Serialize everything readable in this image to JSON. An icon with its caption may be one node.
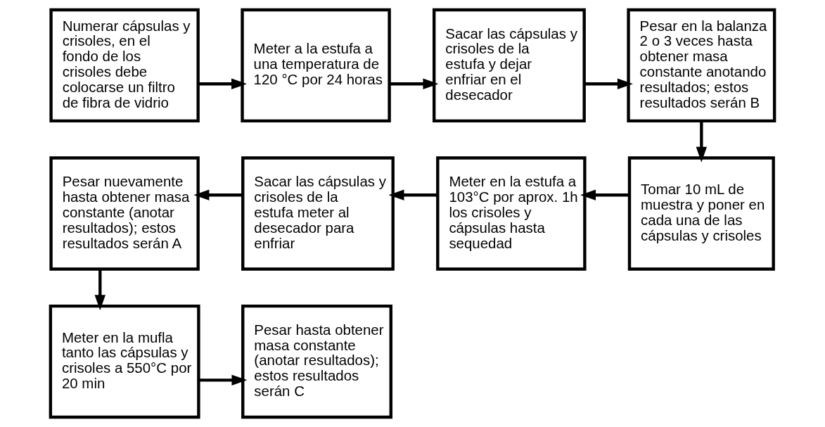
{
  "diagram": {
    "nodes": [
      {
        "text": [
          "Numerar cápsulas y crisoles, en el fondo de los crisoles debe colocarse un filtro de fibra de vidrio"
        ]
      },
      {
        "text": [
          "Meter a la estufa a una temperatura de 120 °C por 24 horas"
        ]
      },
      {
        "text": [
          "Sacar las cápsulas y crisoles de la estufa y dejar enfriar en el desecador"
        ]
      },
      {
        "text": [
          "Pesar en la balanza 2 o 3 veces hasta obtener masa constante anotando resultados; estos resultados serán B"
        ]
      },
      {
        "text": [
          "Tomar 10 mL de muestra y poner en cada una de las cápsulas y crisoles"
        ]
      },
      {
        "text": [
          "Meter en la estufa a 103°C por aprox. 1h los crisoles y cápsulas hasta sequedad"
        ]
      },
      {
        "text": [
          "Sacar las cápsulas y crisoles de la estufa meter al desecador para enfriar"
        ]
      },
      {
        "text": [
          "Pesar nuevamente hasta obtener masa constante (anotar resultados); estos resultados serán A"
        ]
      },
      {
        "text": [
          "Meter en la mufla tanto las cápsulas y crisoles a 550°C por 20 min"
        ]
      },
      {
        "text": [
          "Pesar hasta obtener masa constante (anotar resultados); estos resultados serán C"
        ]
      }
    ],
    "edges": [
      {
        "from": 0,
        "to": 1,
        "arrow": "to"
      },
      {
        "from": 1,
        "to": 2,
        "arrow": "to"
      },
      {
        "from": 2,
        "to": 3,
        "arrow": "to"
      },
      {
        "from": 3,
        "to": 4,
        "arrow": "to"
      },
      {
        "from": 4,
        "to": 5,
        "arrow": "to"
      },
      {
        "from": 5,
        "to": 6,
        "arrow": "to"
      },
      {
        "from": 6,
        "to": 7,
        "arrow": "to"
      },
      {
        "from": 7,
        "to": 8,
        "arrow": "to"
      },
      {
        "from": 8,
        "to": 9,
        "arrow": "to"
      }
    ]
  }
}
